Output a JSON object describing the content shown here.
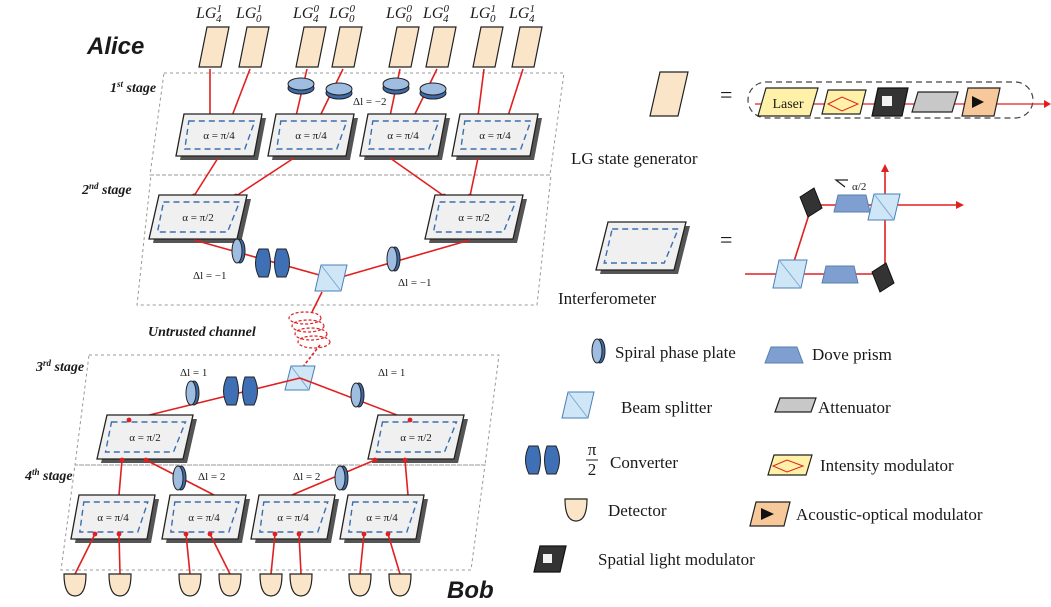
{
  "labels": {
    "alice": "Alice",
    "bob": "Bob",
    "untrusted": "Untrusted channel",
    "lg_top": [
      {
        "base": "LG",
        "sup": "1",
        "sub": "4"
      },
      {
        "base": "LG",
        "sup": "1",
        "sub": "0"
      },
      {
        "base": "LG",
        "sup": "0",
        "sub": "4"
      },
      {
        "base": "LG",
        "sup": "0",
        "sub": "0"
      },
      {
        "base": "LG",
        "sup": "0",
        "sub": "0"
      },
      {
        "base": "LG",
        "sup": "0",
        "sub": "4"
      },
      {
        "base": "LG",
        "sup": "1",
        "sub": "0"
      },
      {
        "base": "LG",
        "sup": "1",
        "sub": "4"
      }
    ]
  },
  "stages": [
    {
      "num": "1",
      "sup": "st",
      "word": " stage"
    },
    {
      "num": "2",
      "sup": "nd",
      "word": " stage"
    },
    {
      "num": "3",
      "sup": "rd",
      "word": " stage"
    },
    {
      "num": "4",
      "sup": "th",
      "word": " stage"
    }
  ],
  "alpha": {
    "quarter": "α = π/4",
    "half": "α = π/2"
  },
  "delta_l": {
    "s1": "Δl = −2",
    "s2_left": "Δl = −1",
    "s2_right": "Δl = −1",
    "s3_left": "Δl = 1",
    "s3_right": "Δl = 1",
    "s4_left": "Δl = 2",
    "s4_right": "Δl = 2"
  },
  "legend": {
    "equals": "=",
    "laser": "Laser",
    "lg_generator": "LG state generator",
    "alpha_half_angle": "α/2",
    "interferometer": "Interferometer",
    "spiral_phase_plate": "Spiral phase plate",
    "dove_prism": "Dove prism",
    "beam_splitter": "Beam splitter",
    "attenuator": "Attenuator",
    "converter_num": "π",
    "converter_den": "2",
    "converter": "Converter",
    "intensity_modulator": "Intensity modulator",
    "detector": "Detector",
    "acousto_optical_modulator": "Acoustic-optical modulator",
    "spatial_light_modulator": "Spatial light modulator"
  },
  "colors": {
    "beam": "#e02020",
    "lg_fill": "#fbe5c8",
    "plate_fill": "#f0f0f0",
    "dashed": "#3a6fb0",
    "spiral_fill": "#9fbde0",
    "converter_fill": "#3f6fb5",
    "splitter_fill": "#cfe6f7",
    "dove_fill": "#7f9fd0",
    "detector_fill": "#fbe5c8",
    "laser_fill": "#fff2a8",
    "slm_fill": "#333333",
    "attenuator_fill": "#c8c8c8",
    "aom_fill": "#f6c89a"
  }
}
